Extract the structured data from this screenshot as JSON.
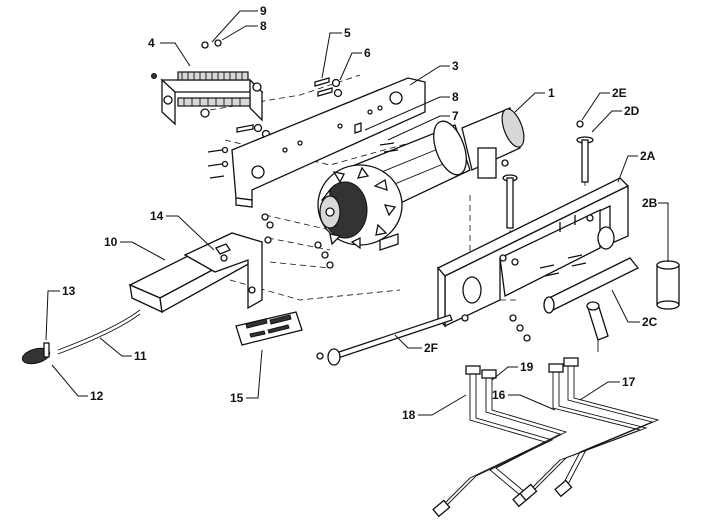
{
  "callouts": {
    "c1": "1",
    "c2A": "2A",
    "c2B": "2B",
    "c2C": "2C",
    "c2D": "2D",
    "c2E": "2E",
    "c2F": "2F",
    "c3": "3",
    "c4": "4",
    "c5": "5",
    "c6": "6",
    "c7": "7",
    "c8a": "8",
    "c8b": "8",
    "c9": "9",
    "c10": "10",
    "c11": "11",
    "c12": "12",
    "c13": "13",
    "c14": "14",
    "c15": "15",
    "c16": "16",
    "c17": "17",
    "c18": "18",
    "c19": "19"
  }
}
